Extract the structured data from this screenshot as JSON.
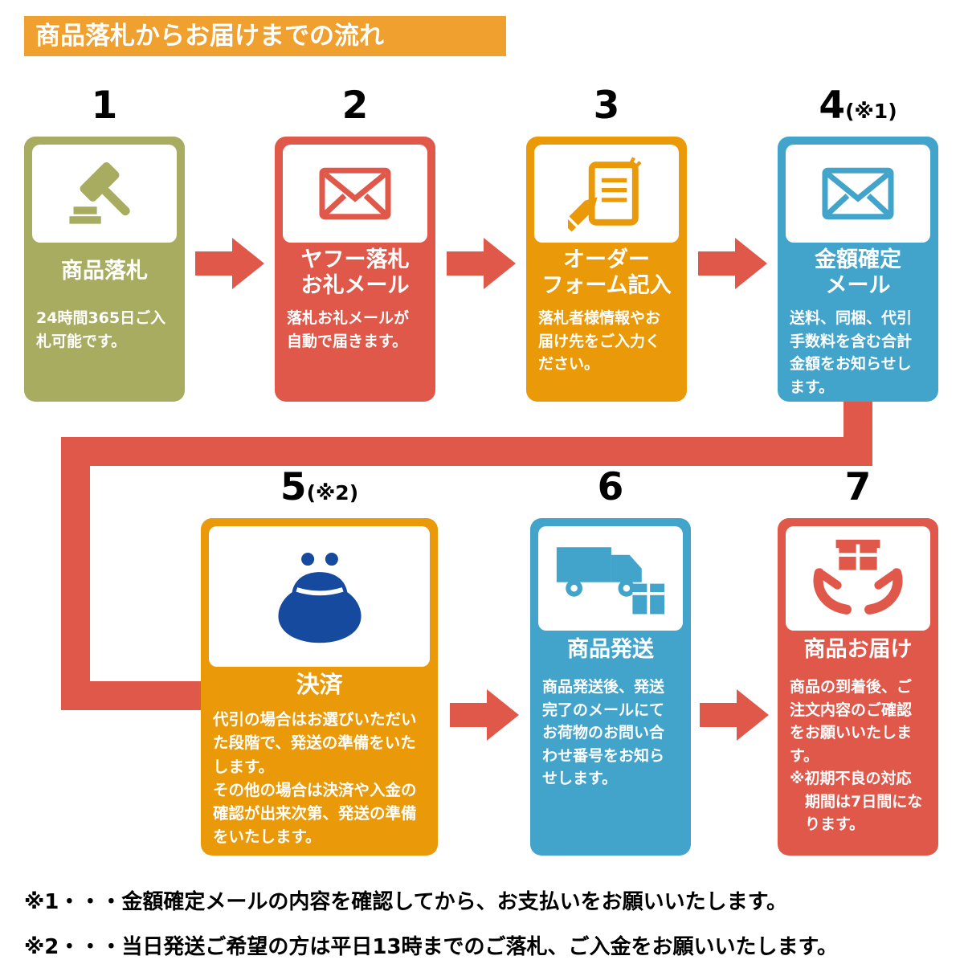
{
  "banner": {
    "title": "商品落札からお届けまでの流れ"
  },
  "colors": {
    "banner_orange": "#f0a02e",
    "olive": "#a8ac60",
    "red": "#e0584a",
    "orange": "#ea9a08",
    "blue": "#42a4cb",
    "purse_navy": "#164a9e",
    "arrow_red": "#e0584a",
    "text_black": "#000000"
  },
  "steps": [
    {
      "number": "1",
      "suffix": "",
      "title": [
        "商品落札"
      ],
      "desc": [
        "24時間365日ご入札可能です。"
      ],
      "color": "#a8ac60",
      "icon": "gavel-icon"
    },
    {
      "number": "2",
      "suffix": "",
      "title": [
        "ヤフー落札",
        "お礼メール"
      ],
      "desc": [
        "落札お礼メールが自動で届きます。"
      ],
      "color": "#e0584a",
      "icon": "mail-icon"
    },
    {
      "number": "3",
      "suffix": "",
      "title": [
        "オーダー",
        "フォーム記入"
      ],
      "desc": [
        "落札者様情報やお届け先をご入力ください。"
      ],
      "color": "#ea9a08",
      "icon": "order-form-icon"
    },
    {
      "number": "4",
      "suffix": "(※1)",
      "title": [
        "金額確定",
        "メール"
      ],
      "desc": [
        "送料、同梱、代引手数料を含む合計金額をお知らせします。"
      ],
      "color": "#42a4cb",
      "icon": "mail-icon"
    },
    {
      "number": "5",
      "suffix": "(※2)",
      "title": [
        "決済"
      ],
      "desc": [
        "代引の場合はお選びいただいた段階で、発送の準備をいたします。",
        "その他の場合は決済や入金の確認が出来次第、発送の準備をいたします。"
      ],
      "color": "#ea9a08",
      "icon": "coin-purse-icon"
    },
    {
      "number": "6",
      "suffix": "",
      "title": [
        "商品発送"
      ],
      "desc": [
        "商品発送後、発送完了のメールにてお荷物のお問い合わせ番号をお知らせします。"
      ],
      "color": "#42a4cb",
      "icon": "truck-icon"
    },
    {
      "number": "7",
      "suffix": "",
      "title": [
        "商品お届け"
      ],
      "desc": [
        "商品の到着後、ご注文内容のご確認をお願いいたします。",
        "※初期不良の対応期間は7日間になります。"
      ],
      "color": "#e0584a",
      "icon": "delivery-hands-icon"
    }
  ],
  "notes": [
    "※1・・・金額確定メールの内容を確認してから、お支払いをお願いいたします。",
    "※2・・・当日発送ご希望の方は平日13時までのご落札、ご入金をお願いいたします。"
  ]
}
